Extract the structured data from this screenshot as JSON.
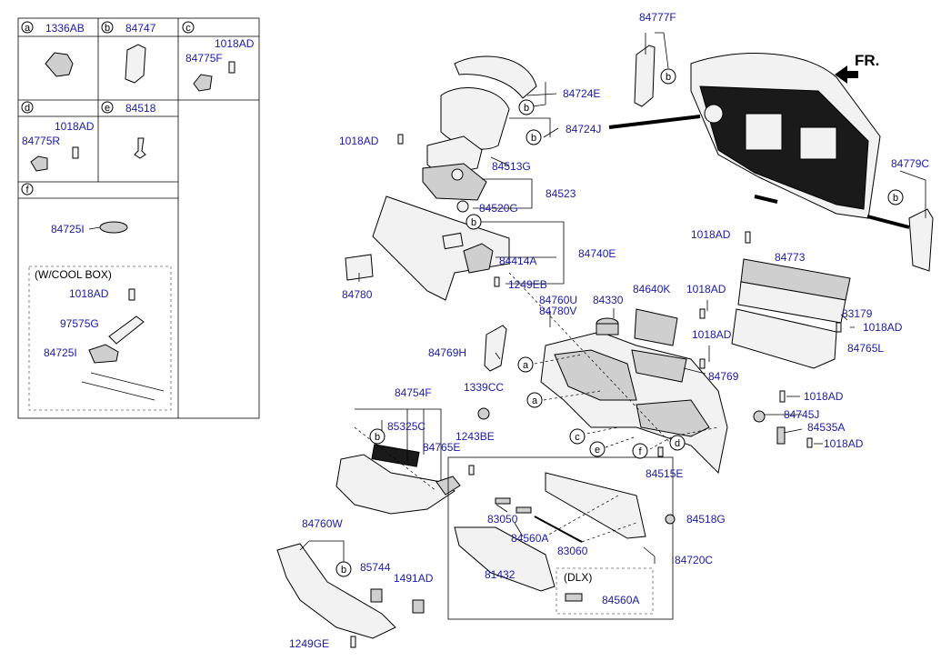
{
  "legend_cells": [
    {
      "letter": "a",
      "part": "1336AB"
    },
    {
      "letter": "b",
      "part": "84747"
    },
    {
      "letter": "c",
      "part": ""
    },
    {
      "letter": "d",
      "part": ""
    },
    {
      "letter": "e",
      "part": "84518"
    },
    {
      "letter": "f",
      "part": ""
    }
  ],
  "legend_parts": {
    "c_1018AD": "1018AD",
    "c_84775F": "84775F",
    "d_1018AD": "1018AD",
    "d_84775R": "84775R",
    "f_84725I": "84725I",
    "cool_box": "(W/COOL BOX)",
    "cb_1018AD": "1018AD",
    "cb_97575G": "97575G",
    "cb_84725I": "84725I"
  },
  "fr_label": "FR.",
  "dlx_label": "(DLX)",
  "labels": {
    "l84777F": "84777F",
    "l84724E": "84724E",
    "l84724J": "84724J",
    "l1018AD_a": "1018AD",
    "l84513G": "84513G",
    "l84523": "84523",
    "l84520G": "84520G",
    "l84740E": "84740E",
    "l84414A": "84414A",
    "l1249EB": "1249EB",
    "l84780": "84780",
    "l84779C": "84779C",
    "l1018AD_b": "1018AD",
    "l84773": "84773",
    "l83179": "83179",
    "l1018AD_c": "1018AD",
    "l84765L": "84765L",
    "l84760U": "84760U",
    "l84780V": "84780V",
    "l84330": "84330",
    "l84640K": "84640K",
    "l1018AD_d": "1018AD",
    "l1018AD_e": "1018AD",
    "l84769": "84769",
    "l84769H": "84769H",
    "l1339CC": "1339CC",
    "l84754F": "84754F",
    "l85325C": "85325C",
    "l1243BE": "1243BE",
    "l84765E": "84765E",
    "l1018AD_f": "1018AD",
    "l84745J": "84745J",
    "l84535A": "84535A",
    "l1018AD_g": "1018AD",
    "l84515E": "84515E",
    "l84518G": "84518G",
    "l83050": "83050",
    "l84560A": "84560A",
    "l83060": "83060",
    "l84720C": "84720C",
    "l81432": "81432",
    "l84560A_b": "84560A",
    "l84760W": "84760W",
    "l85744": "85744",
    "l1491AD": "1491AD",
    "l1249GE": "1249GE"
  }
}
